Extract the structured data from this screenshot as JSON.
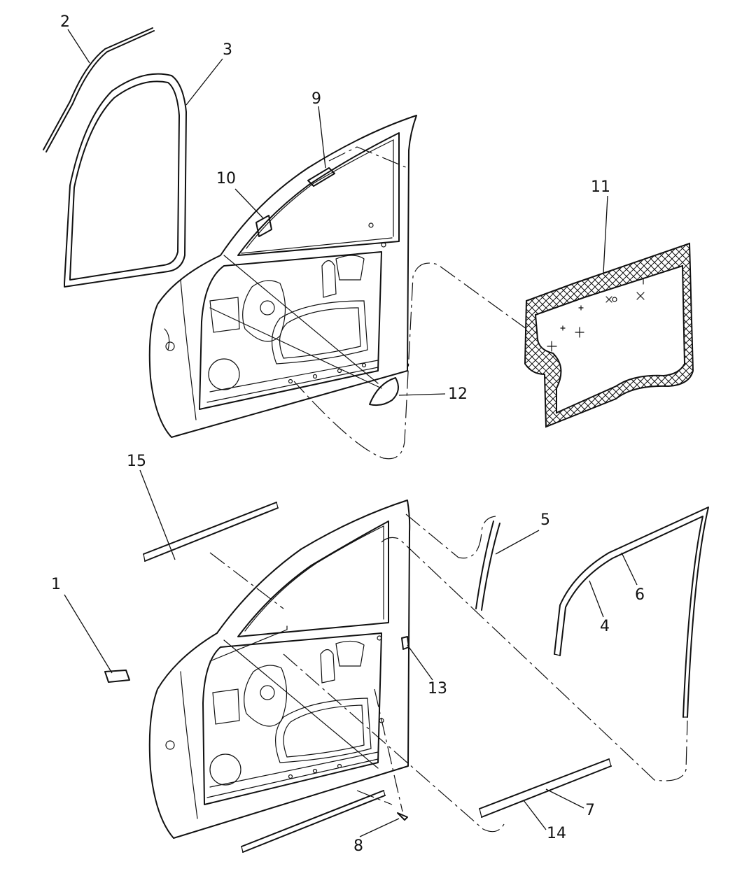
{
  "callouts": [
    {
      "id": "c1",
      "label": "1"
    },
    {
      "id": "c2",
      "label": "2"
    },
    {
      "id": "c3",
      "label": "3"
    },
    {
      "id": "c4",
      "label": "4"
    },
    {
      "id": "c5",
      "label": "5"
    },
    {
      "id": "c6",
      "label": "6"
    },
    {
      "id": "c7",
      "label": "7"
    },
    {
      "id": "c8",
      "label": "8"
    },
    {
      "id": "c9",
      "label": "9"
    },
    {
      "id": "c10",
      "label": "10"
    },
    {
      "id": "c11",
      "label": "11"
    },
    {
      "id": "c12",
      "label": "12"
    },
    {
      "id": "c13",
      "label": "13"
    },
    {
      "id": "c14",
      "label": "14"
    },
    {
      "id": "c15",
      "label": "15"
    }
  ],
  "colors": {
    "line": "#111111",
    "background": "#ffffff"
  }
}
